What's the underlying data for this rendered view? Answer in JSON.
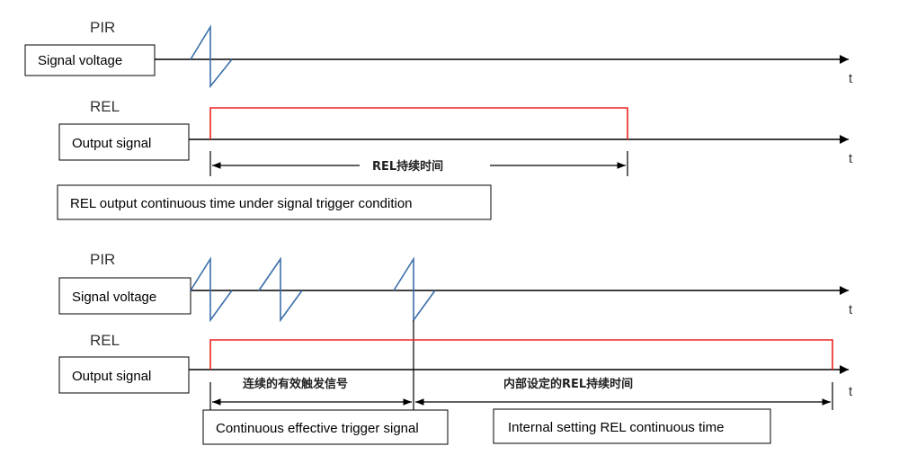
{
  "colors": {
    "pulse": "#ee2222",
    "pir_wave": "#3a6ea8",
    "line": "#000000"
  },
  "panel1": {
    "pir_label": "PIR",
    "signal_voltage_label": "Signal voltage",
    "rel_label": "REL",
    "output_signal_label": "Output signal",
    "t1": "t",
    "t2": "t",
    "duration_cn": "REL持续时间",
    "caption": "REL output continuous time under signal trigger condition"
  },
  "panel2": {
    "pir_label": "PIR",
    "signal_voltage_label": "Signal voltage",
    "rel_label": "REL",
    "output_signal_label": "Output signal",
    "t1": "t",
    "t2": "t",
    "trigger_cn": "连续的有效触发信号",
    "internal_cn": "内部设定的REL持续时间",
    "caption_trigger": "Continuous effective trigger signal",
    "caption_internal": "Internal setting REL continuous time"
  }
}
